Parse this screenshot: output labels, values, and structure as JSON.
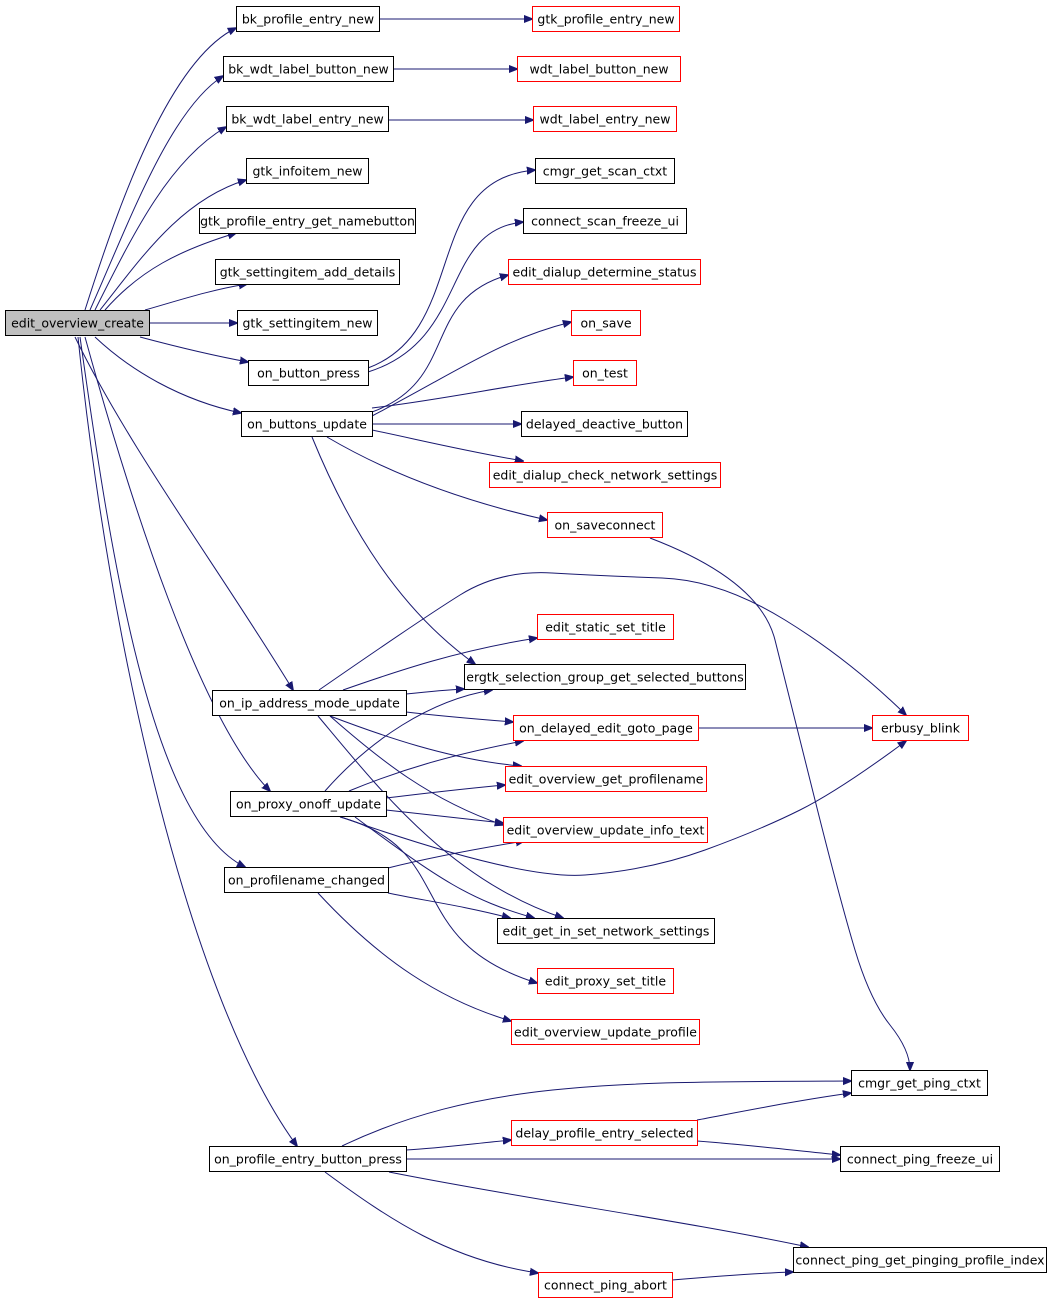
{
  "colors": {
    "edge": "#191970",
    "border_documented": "#000000",
    "border_undocumented": "#ff0000",
    "root_fill": "#bfbfbf",
    "node_fill": "#ffffff"
  },
  "nodes": [
    {
      "id": "edit_overview_create",
      "label": "edit_overview_create",
      "style": "root"
    },
    {
      "id": "bk_profile_entry_new",
      "label": "bk_profile_entry_new",
      "style": "black"
    },
    {
      "id": "gtk_profile_entry_new",
      "label": "gtk_profile_entry_new",
      "style": "red"
    },
    {
      "id": "bk_wdt_label_button_new",
      "label": "bk_wdt_label_button_new",
      "style": "black"
    },
    {
      "id": "wdt_label_button_new",
      "label": "wdt_label_button_new",
      "style": "red"
    },
    {
      "id": "bk_wdt_label_entry_new",
      "label": "bk_wdt_label_entry_new",
      "style": "black"
    },
    {
      "id": "wdt_label_entry_new",
      "label": "wdt_label_entry_new",
      "style": "red"
    },
    {
      "id": "gtk_infoitem_new",
      "label": "gtk_infoitem_new",
      "style": "black"
    },
    {
      "id": "cmgr_get_scan_ctxt",
      "label": "cmgr_get_scan_ctxt",
      "style": "black"
    },
    {
      "id": "gtk_profile_entry_get_namebutton",
      "label": "gtk_profile_entry_get_namebutton",
      "style": "black"
    },
    {
      "id": "connect_scan_freeze_ui",
      "label": "connect_scan_freeze_ui",
      "style": "black"
    },
    {
      "id": "gtk_settingitem_add_details",
      "label": "gtk_settingitem_add_details",
      "style": "black"
    },
    {
      "id": "edit_dialup_determine_status",
      "label": "edit_dialup_determine_status",
      "style": "red"
    },
    {
      "id": "gtk_settingitem_new",
      "label": "gtk_settingitem_new",
      "style": "black"
    },
    {
      "id": "on_save",
      "label": "on_save",
      "style": "red"
    },
    {
      "id": "on_button_press",
      "label": "on_button_press",
      "style": "black"
    },
    {
      "id": "on_test",
      "label": "on_test",
      "style": "red"
    },
    {
      "id": "on_buttons_update",
      "label": "on_buttons_update",
      "style": "black"
    },
    {
      "id": "delayed_deactive_button",
      "label": "delayed_deactive_button",
      "style": "black"
    },
    {
      "id": "edit_dialup_check_network_settings",
      "label": "edit_dialup_check_network_settings",
      "style": "red"
    },
    {
      "id": "on_saveconnect",
      "label": "on_saveconnect",
      "style": "red"
    },
    {
      "id": "edit_static_set_title",
      "label": "edit_static_set_title",
      "style": "red"
    },
    {
      "id": "ergtk_selection_group_get_selected_buttons",
      "label": "ergtk_selection_group_get_selected_buttons",
      "style": "black"
    },
    {
      "id": "on_ip_address_mode_update",
      "label": "on_ip_address_mode_update",
      "style": "black"
    },
    {
      "id": "on_delayed_edit_goto_page",
      "label": "on_delayed_edit_goto_page",
      "style": "red"
    },
    {
      "id": "erbusy_blink",
      "label": "erbusy_blink",
      "style": "red"
    },
    {
      "id": "edit_overview_get_profilename",
      "label": "edit_overview_get_profilename",
      "style": "red"
    },
    {
      "id": "on_proxy_onoff_update",
      "label": "on_proxy_onoff_update",
      "style": "black"
    },
    {
      "id": "edit_overview_update_info_text",
      "label": "edit_overview_update_info_text",
      "style": "red"
    },
    {
      "id": "on_profilename_changed",
      "label": "on_profilename_changed",
      "style": "black"
    },
    {
      "id": "edit_get_in_set_network_settings",
      "label": "edit_get_in_set_network_settings",
      "style": "black"
    },
    {
      "id": "edit_proxy_set_title",
      "label": "edit_proxy_set_title",
      "style": "red"
    },
    {
      "id": "edit_overview_update_profile",
      "label": "edit_overview_update_profile",
      "style": "red"
    },
    {
      "id": "cmgr_get_ping_ctxt",
      "label": "cmgr_get_ping_ctxt",
      "style": "black"
    },
    {
      "id": "delay_profile_entry_selected",
      "label": "delay_profile_entry_selected",
      "style": "red"
    },
    {
      "id": "on_profile_entry_button_press",
      "label": "on_profile_entry_button_press",
      "style": "black"
    },
    {
      "id": "connect_ping_freeze_ui",
      "label": "connect_ping_freeze_ui",
      "style": "black"
    },
    {
      "id": "connect_ping_get_pinging_profile_index",
      "label": "connect_ping_get_pinging_profile_index",
      "style": "black"
    },
    {
      "id": "connect_ping_abort",
      "label": "connect_ping_abort",
      "style": "red"
    }
  ],
  "edges": [
    [
      "edit_overview_create",
      "bk_profile_entry_new"
    ],
    [
      "edit_overview_create",
      "bk_wdt_label_button_new"
    ],
    [
      "edit_overview_create",
      "bk_wdt_label_entry_new"
    ],
    [
      "edit_overview_create",
      "gtk_infoitem_new"
    ],
    [
      "edit_overview_create",
      "gtk_profile_entry_get_namebutton"
    ],
    [
      "edit_overview_create",
      "gtk_settingitem_add_details"
    ],
    [
      "edit_overview_create",
      "gtk_settingitem_new"
    ],
    [
      "edit_overview_create",
      "on_button_press"
    ],
    [
      "edit_overview_create",
      "on_buttons_update"
    ],
    [
      "edit_overview_create",
      "on_ip_address_mode_update"
    ],
    [
      "edit_overview_create",
      "on_proxy_onoff_update"
    ],
    [
      "edit_overview_create",
      "on_profilename_changed"
    ],
    [
      "edit_overview_create",
      "on_profile_entry_button_press"
    ],
    [
      "bk_profile_entry_new",
      "gtk_profile_entry_new"
    ],
    [
      "bk_wdt_label_button_new",
      "wdt_label_button_new"
    ],
    [
      "bk_wdt_label_entry_new",
      "wdt_label_entry_new"
    ],
    [
      "on_button_press",
      "cmgr_get_scan_ctxt"
    ],
    [
      "on_button_press",
      "connect_scan_freeze_ui"
    ],
    [
      "on_buttons_update",
      "edit_dialup_determine_status"
    ],
    [
      "on_buttons_update",
      "on_save"
    ],
    [
      "on_buttons_update",
      "on_test"
    ],
    [
      "on_buttons_update",
      "delayed_deactive_button"
    ],
    [
      "on_buttons_update",
      "edit_dialup_check_network_settings"
    ],
    [
      "on_buttons_update",
      "on_saveconnect"
    ],
    [
      "on_buttons_update",
      "ergtk_selection_group_get_selected_buttons"
    ],
    [
      "on_saveconnect",
      "cmgr_get_ping_ctxt"
    ],
    [
      "on_ip_address_mode_update",
      "erbusy_blink"
    ],
    [
      "on_ip_address_mode_update",
      "edit_static_set_title"
    ],
    [
      "on_ip_address_mode_update",
      "ergtk_selection_group_get_selected_buttons"
    ],
    [
      "on_ip_address_mode_update",
      "on_delayed_edit_goto_page"
    ],
    [
      "on_ip_address_mode_update",
      "edit_overview_get_profilename"
    ],
    [
      "on_ip_address_mode_update",
      "edit_overview_update_info_text"
    ],
    [
      "on_ip_address_mode_update",
      "edit_get_in_set_network_settings"
    ],
    [
      "on_delayed_edit_goto_page",
      "erbusy_blink"
    ],
    [
      "on_proxy_onoff_update",
      "ergtk_selection_group_get_selected_buttons"
    ],
    [
      "on_proxy_onoff_update",
      "on_delayed_edit_goto_page"
    ],
    [
      "on_proxy_onoff_update",
      "edit_overview_get_profilename"
    ],
    [
      "on_proxy_onoff_update",
      "edit_overview_update_info_text"
    ],
    [
      "on_proxy_onoff_update",
      "erbusy_blink"
    ],
    [
      "on_proxy_onoff_update",
      "edit_get_in_set_network_settings"
    ],
    [
      "on_proxy_onoff_update",
      "edit_proxy_set_title"
    ],
    [
      "on_profilename_changed",
      "edit_overview_update_info_text"
    ],
    [
      "on_profilename_changed",
      "edit_get_in_set_network_settings"
    ],
    [
      "on_profilename_changed",
      "edit_overview_update_profile"
    ],
    [
      "on_profile_entry_button_press",
      "cmgr_get_ping_ctxt"
    ],
    [
      "on_profile_entry_button_press",
      "delay_profile_entry_selected"
    ],
    [
      "on_profile_entry_button_press",
      "connect_ping_freeze_ui"
    ],
    [
      "on_profile_entry_button_press",
      "connect_ping_get_pinging_profile_index"
    ],
    [
      "on_profile_entry_button_press",
      "connect_ping_abort"
    ],
    [
      "delay_profile_entry_selected",
      "cmgr_get_ping_ctxt"
    ],
    [
      "delay_profile_entry_selected",
      "connect_ping_freeze_ui"
    ],
    [
      "connect_ping_abort",
      "connect_ping_get_pinging_profile_index"
    ]
  ]
}
